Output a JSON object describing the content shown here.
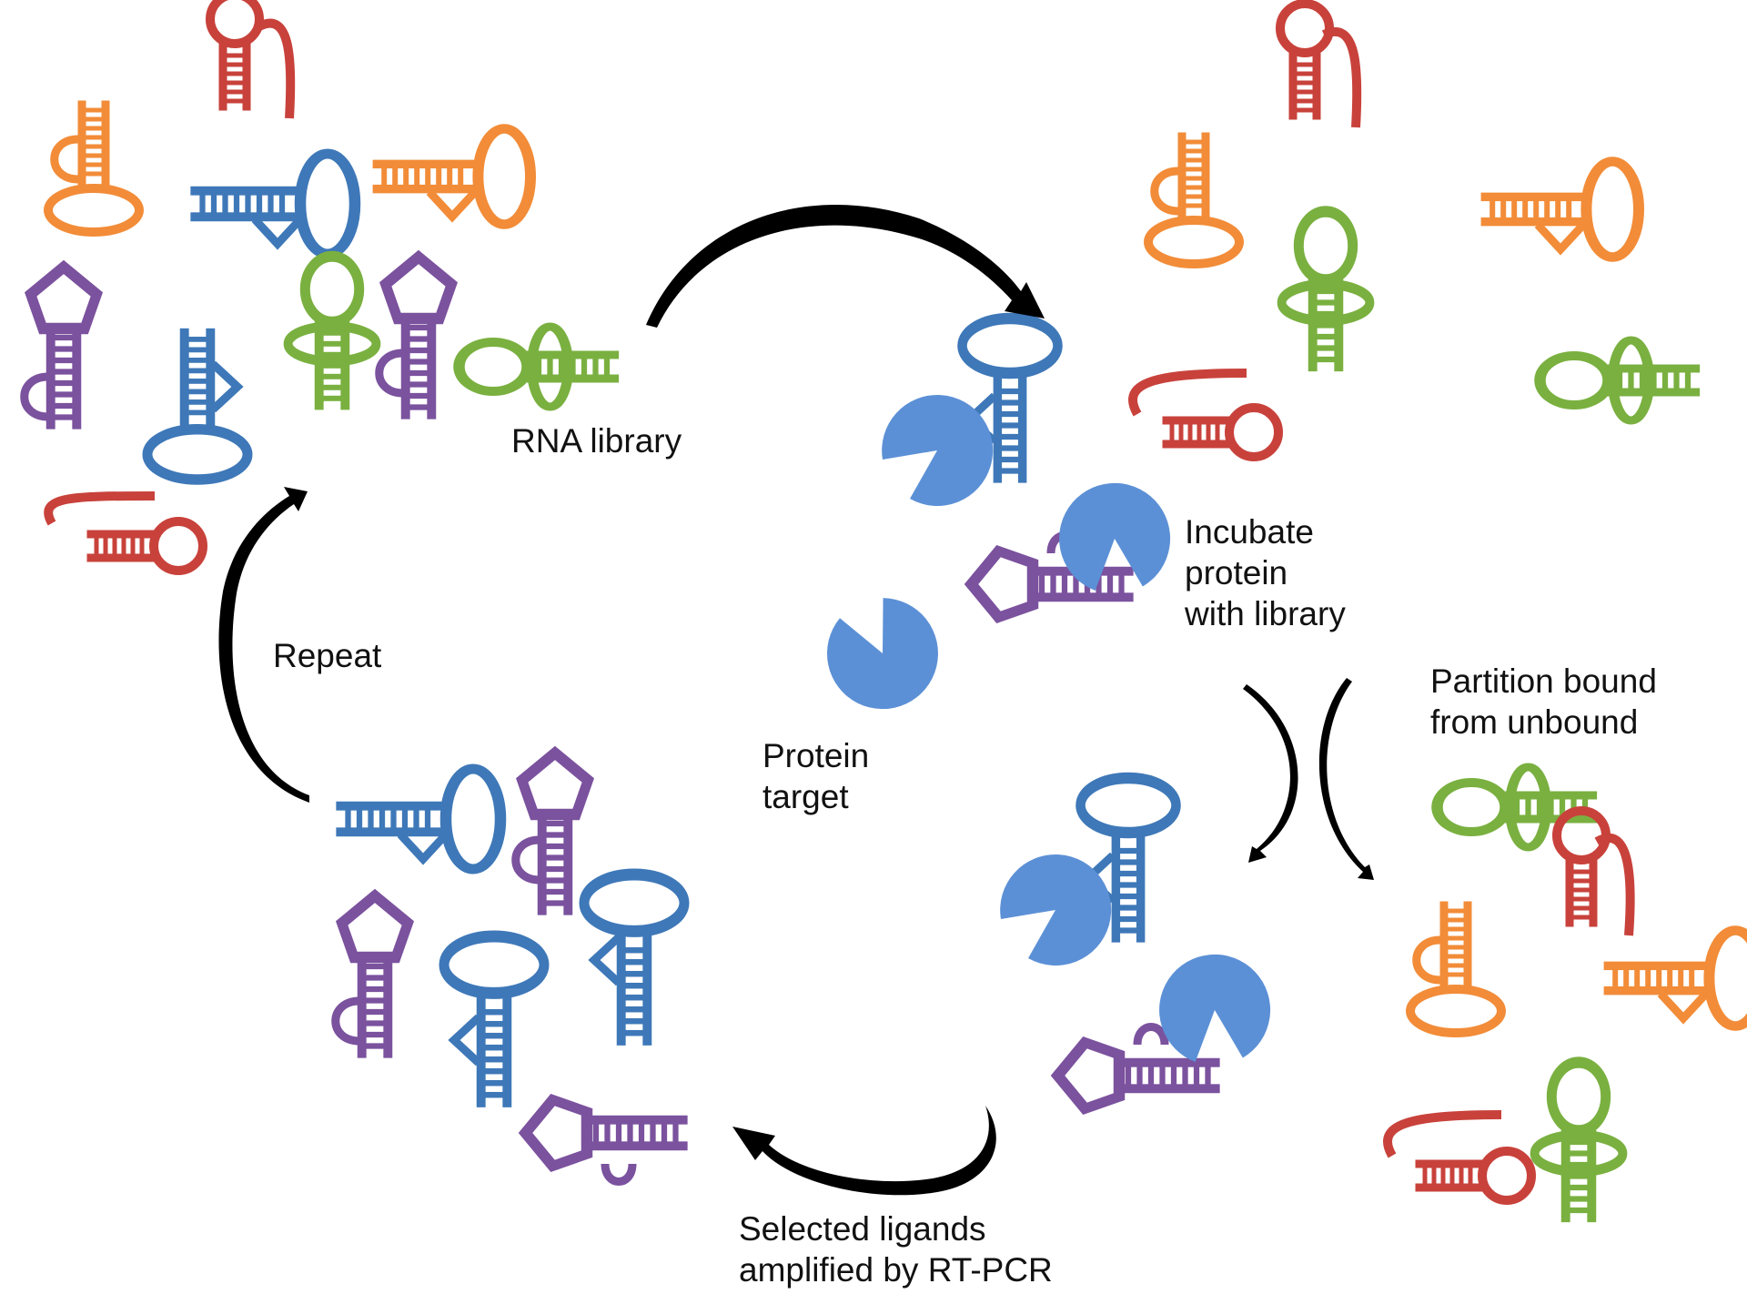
{
  "labels": {
    "rna_library": "RNA library",
    "repeat": "Repeat",
    "incubate_line1": "Incubate",
    "incubate_line2": "protein",
    "incubate_line3": "with library",
    "partition_line1": "Partition bound",
    "partition_line2": "from unbound",
    "protein_line1": "Protein",
    "protein_line2": "target",
    "selected_line1": "Selected ligands",
    "selected_line2": "amplified by RT-PCR"
  },
  "colors": {
    "orange": "#F28C38",
    "red": "#C8423B",
    "blue": "#3E78B8",
    "purple": "#7B529E",
    "green": "#7AB040",
    "protein": "#5C90D6",
    "arrow": "#000000"
  },
  "icons": [
    "hairpin-ellipse-icon",
    "hairpin-circle-icon",
    "hairpin-pentagon-icon",
    "hairpin-ring-icon",
    "protein-target-icon",
    "cycle-arrow-icon"
  ]
}
